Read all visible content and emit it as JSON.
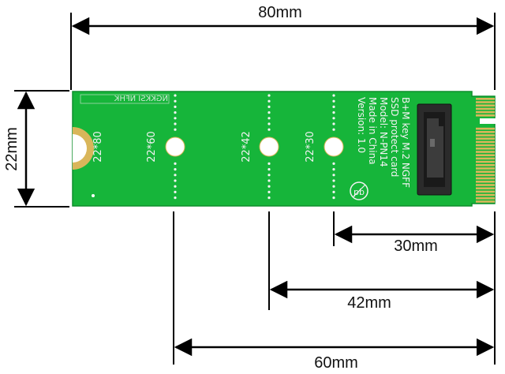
{
  "dimensions": {
    "total_length": "80mm",
    "width": "22mm",
    "len_30": "30mm",
    "len_42": "42mm",
    "len_60": "60mm"
  },
  "board": {
    "mount_labels": [
      "22*80",
      "22*60",
      "22*42",
      "22*30"
    ],
    "silkscreen_lines": [
      "B+M key M.2 NGFF",
      "SSD protect card",
      "Model: N-PN14",
      "Made in China",
      "Version: 1.0"
    ],
    "brand_mark": "NGKKSI NFHK",
    "colors": {
      "pcb": "#16b53a",
      "pcb_edge": "#0f8f2c",
      "gold": "#d9b65a",
      "connector": "#2b2b2b",
      "dim_line": "#000000"
    }
  }
}
